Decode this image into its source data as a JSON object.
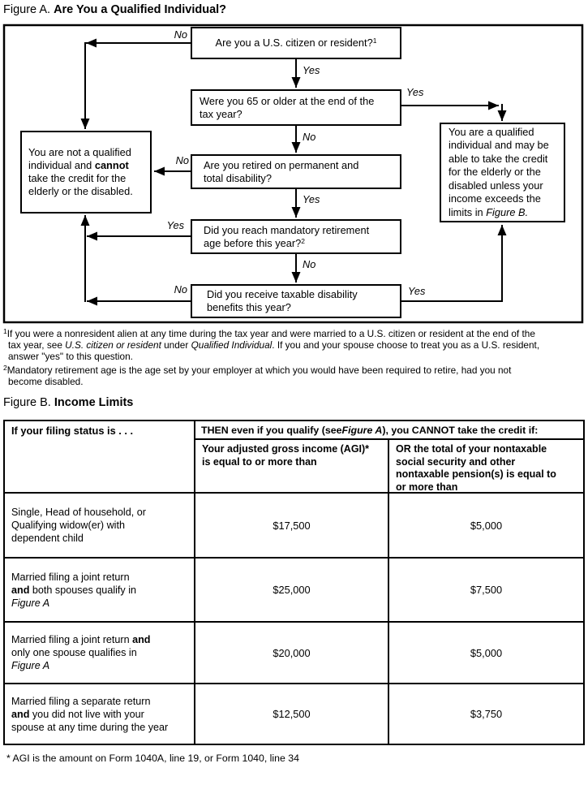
{
  "figure_a": {
    "title_prefix": "Figure A.",
    "title_bold": "Are You a Qualified Individual?",
    "boxes": {
      "citizen": {
        "lines": [
          [
            {
              "t": "Are you a U.S. citizen or resident?"
            },
            {
              "t": "1",
              "s": "sup"
            }
          ]
        ]
      },
      "age65": {
        "lines": [
          [
            "Were you 65 or older at the end of the"
          ],
          [
            "tax year?"
          ]
        ]
      },
      "retired": {
        "lines": [
          [
            "Are you retired on permanent and"
          ],
          [
            "total disability?"
          ]
        ]
      },
      "mandatory": {
        "lines": [
          [
            "Did you reach mandatory retirement"
          ],
          [
            {
              "t": "age before this year?"
            },
            {
              "t": "2",
              "s": "sup"
            }
          ]
        ]
      },
      "taxable": {
        "lines": [
          [
            "Did you receive taxable disability"
          ],
          [
            "benefits this year?"
          ]
        ]
      },
      "not_qualified": {
        "lines": [
          [
            "You are not a qualified"
          ],
          [
            {
              "t": "individual and "
            },
            {
              "t": "cannot",
              "s": "b"
            }
          ],
          [
            "take the credit for the"
          ],
          [
            "elderly or the disabled."
          ]
        ]
      },
      "qualified": {
        "lines": [
          [
            "You are a qualified"
          ],
          [
            "individual and may be"
          ],
          [
            "able to take the credit"
          ],
          [
            "for the elderly or the"
          ],
          [
            "disabled unless your"
          ],
          [
            "income exceeds the"
          ],
          [
            {
              "t": "limits in "
            },
            {
              "t": "Figure B.",
              "s": "i"
            }
          ]
        ]
      }
    },
    "labels": {
      "citizen_no": "No",
      "citizen_yes": "Yes",
      "age65_yes": "Yes",
      "age65_no": "No",
      "retired_no": "No",
      "retired_yes": "Yes",
      "mandatory_yes": "Yes",
      "mandatory_no": "No",
      "taxable_no": "No",
      "taxable_yes": "Yes"
    },
    "footnote1_lines": [
      [
        {
          "t": "1",
          "s": "sup"
        },
        {
          "t": "If you were a nonresident alien at any time during the tax year and were married to a U.S. citizen or resident at the end of the"
        }
      ],
      [
        {
          "t": "tax year, see "
        },
        {
          "t": "U.S. citizen or resident",
          "s": "i"
        },
        {
          "t": " under "
        },
        {
          "t": "Qualified Individual",
          "s": "i"
        },
        {
          "t": ". If you and your spouse choose to treat you as a U.S. resident,"
        }
      ],
      [
        {
          "t": "answer \"yes\" to this question."
        }
      ]
    ],
    "footnote2_lines": [
      [
        {
          "t": "2",
          "s": "sup"
        },
        {
          "t": "Mandatory retirement age is the age set by your employer at which you would have been required to retire, had you not"
        }
      ],
      [
        {
          "t": "become disabled."
        }
      ]
    ]
  },
  "figure_b": {
    "title_prefix": "Figure B.",
    "title_bold": "Income Limits",
    "table": {
      "col1_header": "If your filing status is . . .",
      "then_header": [
        {
          "t": "THEN even if you qualify (see "
        },
        {
          "t": "Figure A",
          "s": "i"
        },
        {
          "t": "), you CANNOT take the credit if:"
        }
      ],
      "agi_header_lines": [
        [
          "Your adjusted gross income (AGI)*"
        ],
        [
          "is equal to or more than"
        ]
      ],
      "pension_header_lines": [
        [
          "OR the total of your nontaxable"
        ],
        [
          "social security and other"
        ],
        [
          "nontaxable pension(s) is equal to"
        ],
        [
          "or more than"
        ]
      ],
      "rows": [
        {
          "label_lines": [
            [
              "Single, Head of household, or"
            ],
            [
              "Qualifying widow(er) with"
            ],
            [
              "dependent child"
            ]
          ],
          "agi": "$17,500",
          "pension": "$5,000"
        },
        {
          "label_lines": [
            [
              "Married filing a joint return"
            ],
            [
              {
                "t": "and",
                "s": "b"
              },
              {
                "t": " both spouses qualify in"
              }
            ],
            [
              {
                "t": "Figure A",
                "s": "i"
              }
            ]
          ],
          "agi": "$25,000",
          "pension": "$7,500"
        },
        {
          "label_lines": [
            [
              {
                "t": "Married filing a joint return "
              },
              {
                "t": "and",
                "s": "b"
              }
            ],
            [
              "only one spouse qualifies in"
            ],
            [
              {
                "t": "Figure A",
                "s": "i"
              }
            ]
          ],
          "agi": "$20,000",
          "pension": "$5,000"
        },
        {
          "label_lines": [
            [
              "Married filing a separate return"
            ],
            [
              {
                "t": "and",
                "s": "b"
              },
              {
                "t": " you did not live with your"
              }
            ],
            [
              "spouse at any time during the year"
            ]
          ],
          "agi": "$12,500",
          "pension": "$3,750"
        }
      ],
      "footnote": "* AGI is the amount on Form 1040A, line 19, or Form 1040, line 34"
    }
  }
}
